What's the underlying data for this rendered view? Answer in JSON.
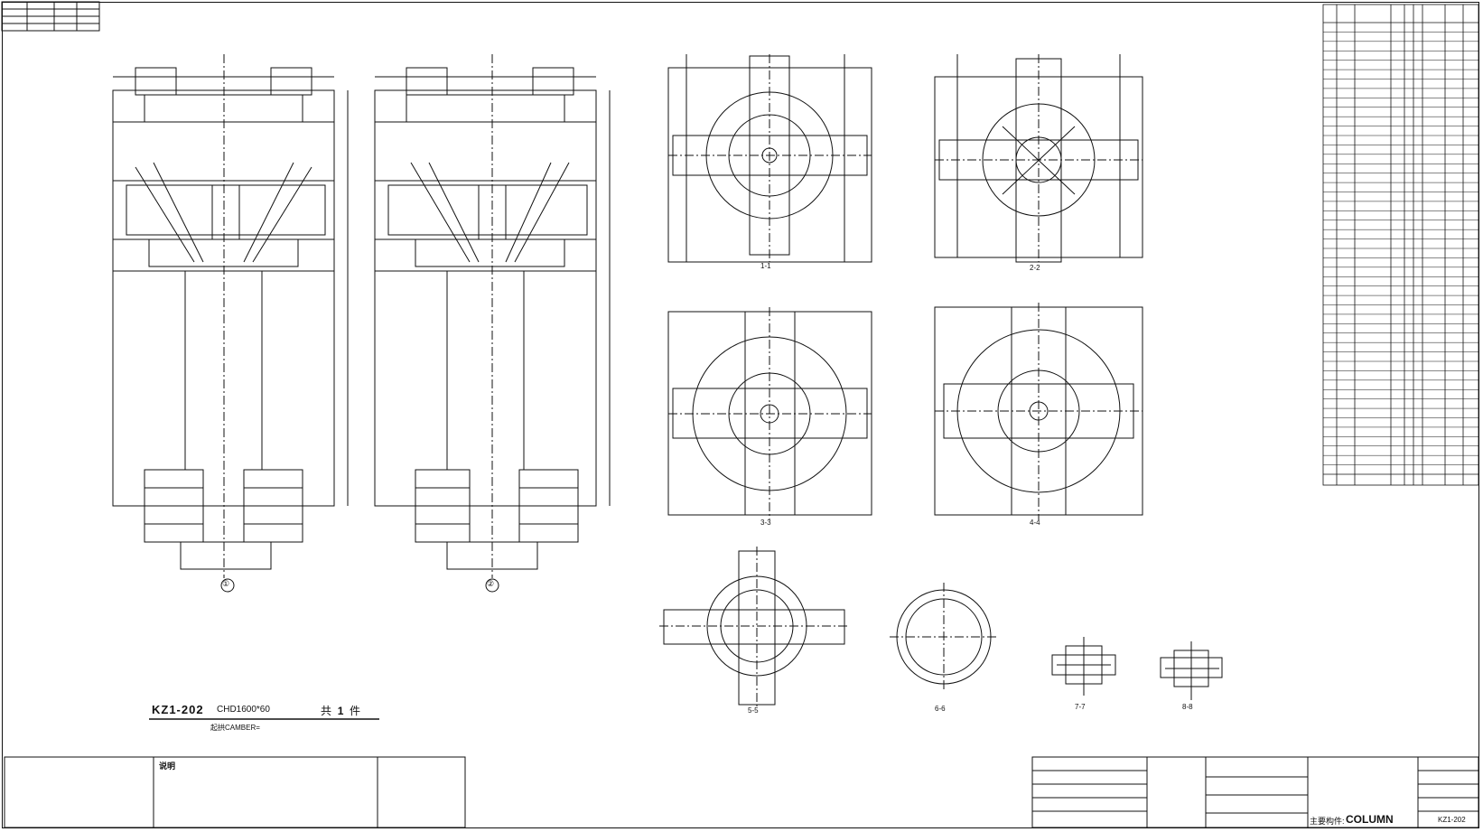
{
  "drawing": {
    "member_mark": "KZ1-202",
    "section": "CHD1600*60",
    "quantity_prefix": "共",
    "quantity": "1",
    "quantity_suffix": "件",
    "camber_note": "起拱CAMBER=",
    "elevation_marks": [
      "①",
      "②"
    ],
    "section_marks": [
      "1-1",
      "2-2",
      "3-3",
      "4-4",
      "5-5",
      "6-6",
      "7-7",
      "8-8"
    ]
  },
  "title_block": {
    "column_label": "COLUMN",
    "member_label": "主要构件:",
    "drawing_no": "KZ1-202",
    "notes_heading": "说明"
  },
  "bom": {
    "rows": 48
  }
}
